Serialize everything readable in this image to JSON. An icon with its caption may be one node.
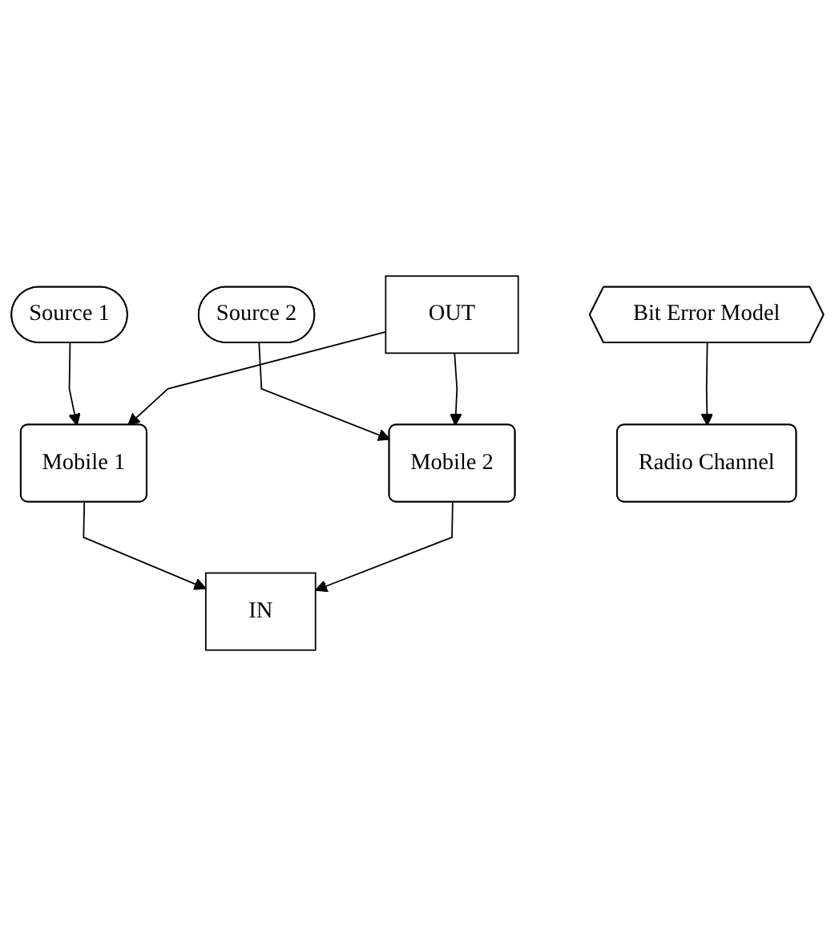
{
  "diagram": {
    "nodes": [
      {
        "text": [
          "Source 1"
        ]
      },
      {
        "text": [
          "Source 2"
        ]
      },
      {
        "text": [
          "Mobile 1"
        ]
      },
      {
        "text": [
          "Mobile 2"
        ]
      },
      {
        "text": [
          "IN"
        ]
      },
      {
        "text": [
          "OUT"
        ]
      },
      {
        "text": [
          "Radio Channel"
        ]
      },
      {
        "text": [
          "Bit Error Model"
        ]
      }
    ],
    "edges": [
      {
        "from": 0,
        "to": 2,
        "arrow": "to"
      },
      {
        "from": 1,
        "to": 3,
        "arrow": "to"
      },
      {
        "from": 2,
        "to": 4,
        "arrow": "to"
      },
      {
        "from": 5,
        "to": 2,
        "arrow": "to"
      },
      {
        "from": 3,
        "to": 4,
        "arrow": "to"
      },
      {
        "from": 5,
        "to": 3,
        "arrow": "to"
      },
      {
        "from": 7,
        "to": 6,
        "arrow": "to"
      }
    ]
  }
}
